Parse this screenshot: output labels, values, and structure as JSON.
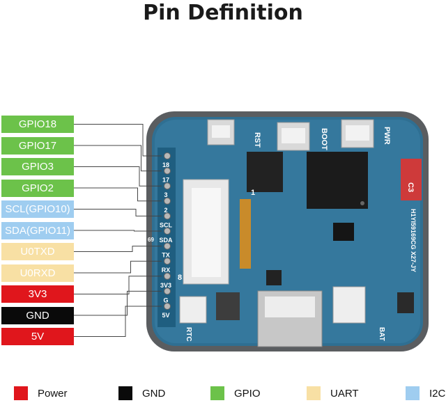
{
  "title": "Pin Definition",
  "pins": [
    {
      "label": "GPIO18",
      "type": "gpio",
      "silk": "18"
    },
    {
      "label": "GPIO17",
      "type": "gpio",
      "silk": "17"
    },
    {
      "label": "GPIO3",
      "type": "gpio",
      "silk": "3"
    },
    {
      "label": "GPIO2",
      "type": "gpio",
      "silk": "2"
    },
    {
      "label": "SCL(GPIO10)",
      "type": "i2c",
      "silk": "SCL"
    },
    {
      "label": "SDA(GPIO11)",
      "type": "i2c",
      "silk": "SDA"
    },
    {
      "label": "U0TXD",
      "type": "uart",
      "silk": "TX"
    },
    {
      "label": "U0RXD",
      "type": "uart",
      "silk": "RX"
    },
    {
      "label": "3V3",
      "type": "power",
      "silk": "3V3"
    },
    {
      "label": "GND",
      "type": "gnd",
      "silk": "G"
    },
    {
      "label": "5V",
      "type": "power",
      "silk": "5V"
    }
  ],
  "colors": {
    "power": "#e0161c",
    "gnd": "#0a0a0a",
    "gpio": "#6cc24a",
    "uart": "#f8e0a4",
    "i2c": "#9fcdf0"
  },
  "text_colors": {
    "power": "#ffffff",
    "gnd": "#ffffff",
    "gpio": "#ffffff",
    "uart": "#ffffff",
    "i2c": "#ffffff"
  },
  "legend": [
    {
      "label": "Power",
      "type": "power"
    },
    {
      "label": "GND",
      "type": "gnd"
    },
    {
      "label": "GPIO",
      "type": "gpio"
    },
    {
      "label": "UART",
      "type": "uart"
    },
    {
      "label": "I2C",
      "type": "i2c"
    }
  ],
  "board": {
    "buttons": [
      "RST",
      "BOOT",
      "PWR"
    ],
    "side_marking": "H1YI59169CG X27-JY",
    "cap_label": "C3",
    "connector_labels": [
      "RTC",
      "BAT"
    ],
    "pad_label": "69",
    "bottom_pin_marks": [
      "8",
      "1"
    ]
  }
}
